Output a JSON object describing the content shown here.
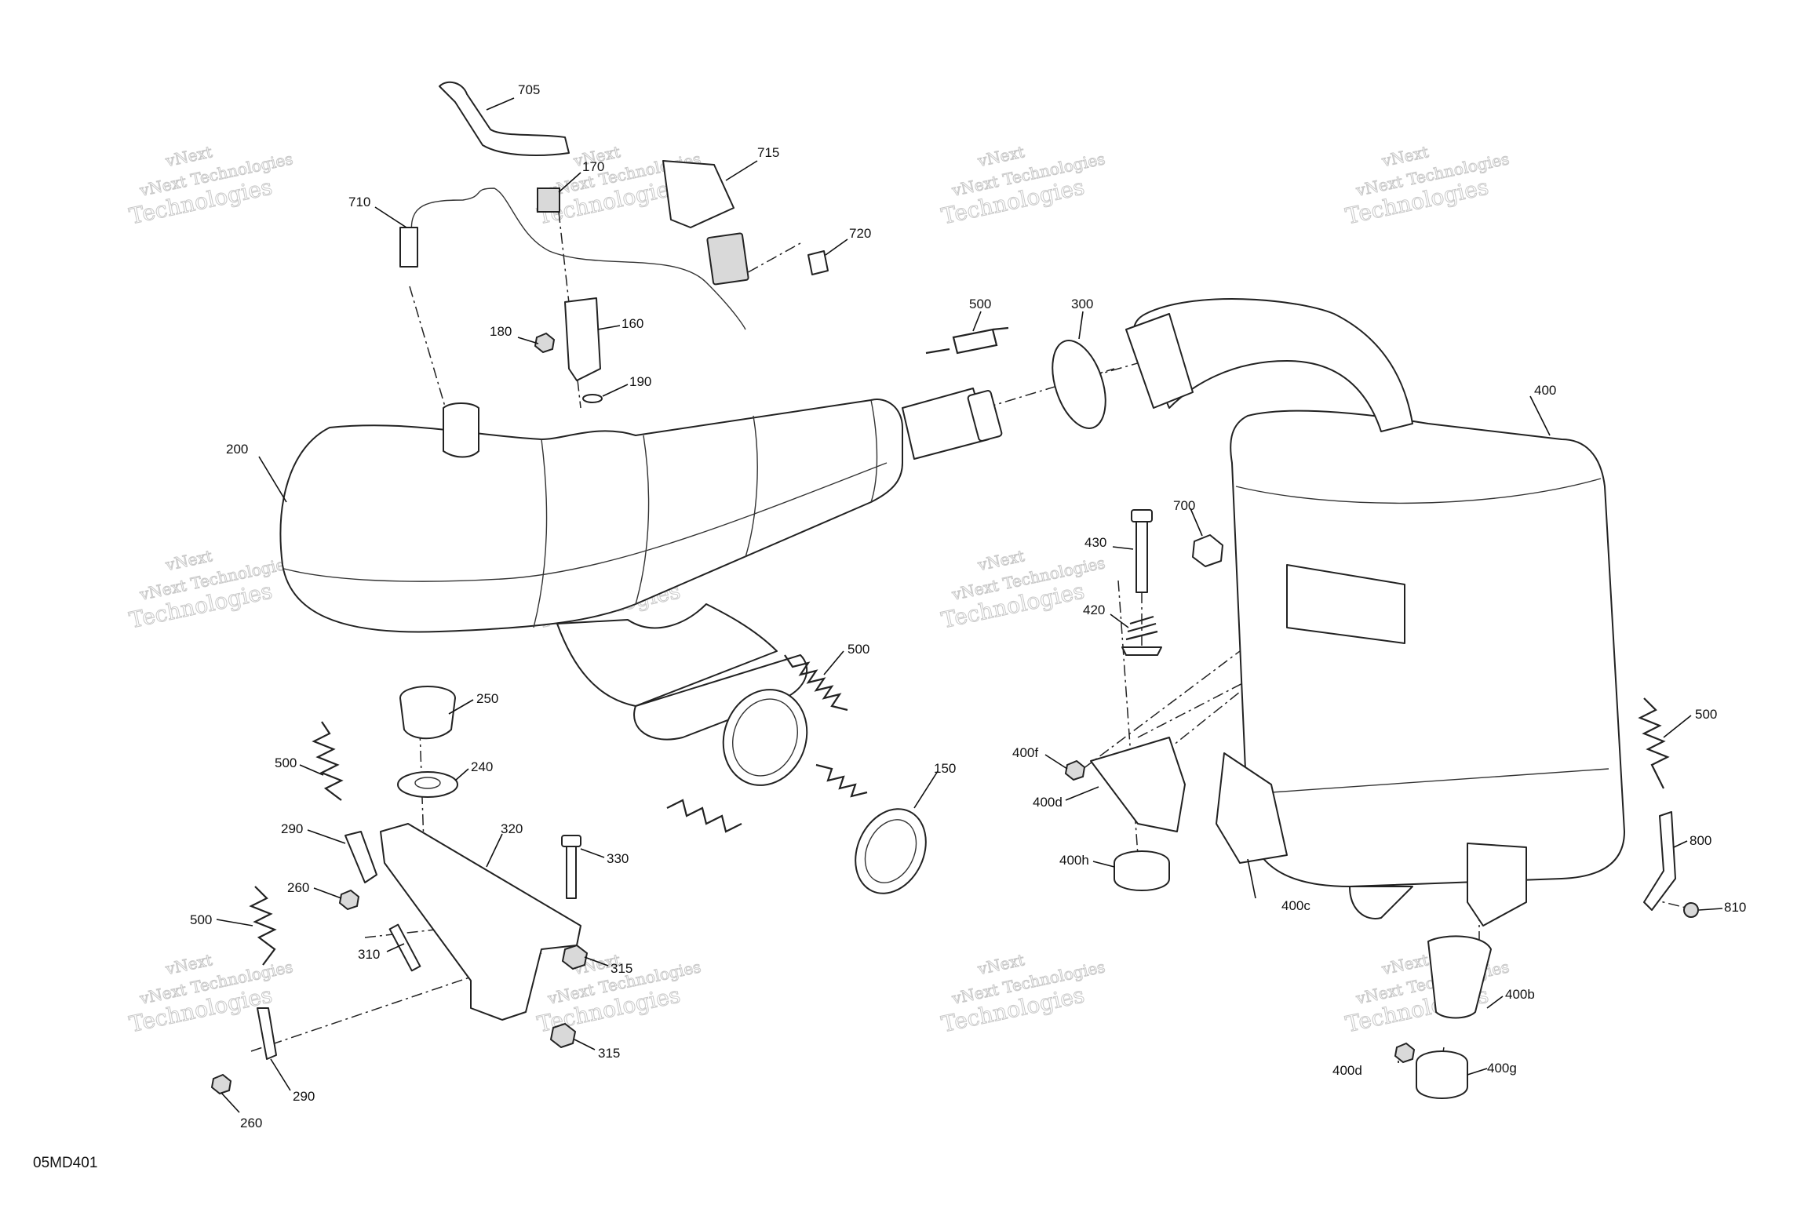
{
  "diagram": {
    "reference_code": "05MD401",
    "watermark_line1": "vNext Technologies",
    "watermark_line2": "Technologies",
    "watermark_top": "vNext",
    "callouts": [
      {
        "id": "c705",
        "label": "705"
      },
      {
        "id": "c170",
        "label": "170"
      },
      {
        "id": "c715",
        "label": "715"
      },
      {
        "id": "c710",
        "label": "710"
      },
      {
        "id": "c720",
        "label": "720"
      },
      {
        "id": "c160",
        "label": "160"
      },
      {
        "id": "c180",
        "label": "180"
      },
      {
        "id": "c190",
        "label": "190"
      },
      {
        "id": "c500a",
        "label": "500"
      },
      {
        "id": "c300",
        "label": "300"
      },
      {
        "id": "c400",
        "label": "400"
      },
      {
        "id": "c200",
        "label": "200"
      },
      {
        "id": "c700",
        "label": "700"
      },
      {
        "id": "c430",
        "label": "430"
      },
      {
        "id": "c420",
        "label": "420"
      },
      {
        "id": "c500b",
        "label": "500"
      },
      {
        "id": "c250",
        "label": "250"
      },
      {
        "id": "c240",
        "label": "240"
      },
      {
        "id": "c500c",
        "label": "500"
      },
      {
        "id": "c500d",
        "label": "500"
      },
      {
        "id": "c400f",
        "label": "400f"
      },
      {
        "id": "c150",
        "label": "150"
      },
      {
        "id": "c400d",
        "label": "400d"
      },
      {
        "id": "c290a",
        "label": "290"
      },
      {
        "id": "c320",
        "label": "320"
      },
      {
        "id": "c330",
        "label": "330"
      },
      {
        "id": "c400h",
        "label": "400h"
      },
      {
        "id": "c800",
        "label": "800"
      },
      {
        "id": "c260a",
        "label": "260"
      },
      {
        "id": "c500e",
        "label": "500"
      },
      {
        "id": "c310",
        "label": "310"
      },
      {
        "id": "c315a",
        "label": "315"
      },
      {
        "id": "c400c",
        "label": "400c"
      },
      {
        "id": "c810",
        "label": "810"
      },
      {
        "id": "c400b",
        "label": "400b"
      },
      {
        "id": "c315b",
        "label": "315"
      },
      {
        "id": "c290b",
        "label": "290"
      },
      {
        "id": "c400d2",
        "label": "400d"
      },
      {
        "id": "c400g",
        "label": "400g"
      },
      {
        "id": "c260b",
        "label": "260"
      }
    ]
  }
}
